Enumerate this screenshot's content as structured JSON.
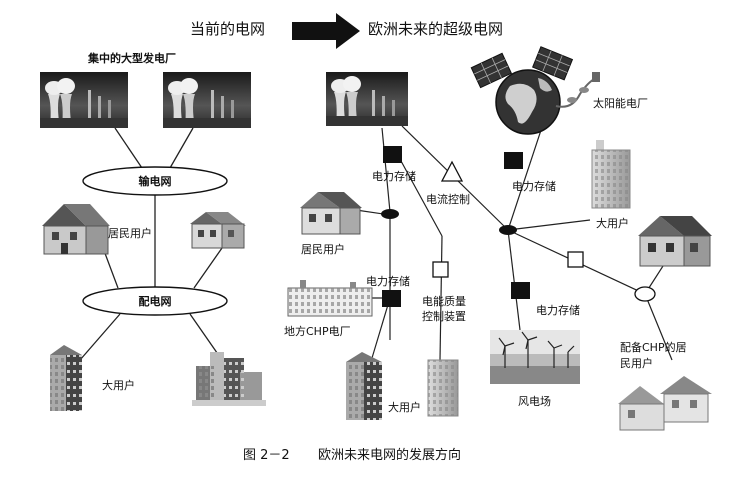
{
  "header": {
    "left_title": "当前的电网",
    "right_title": "欧洲未来的超级电网"
  },
  "left": {
    "plant_caption": "集中的大型发电厂",
    "transmission_grid": "输电网",
    "distribution_grid": "配电网",
    "residential": "居民用户",
    "large_user": "大用户"
  },
  "right": {
    "storage_1": "电力存储",
    "storage_2": "电力存储",
    "storage_3": "电力存储",
    "storage_4": "电力存储",
    "current_control": "电流控制",
    "solar_plant": "太阳能电厂",
    "large_user_top": "大用户",
    "residential": "居民用户",
    "chp_plant": "地方CHP电厂",
    "pq_line1": "电能质量",
    "pq_line2": "控制装置",
    "large_user_bottom": "大用户",
    "wind_farm": "风电场",
    "chp_res_line1": "配备CHP的居",
    "chp_res_line2": "民用户"
  },
  "caption": {
    "figure_no": "图 2－2",
    "text": "欧洲未来电网的发展方向"
  }
}
